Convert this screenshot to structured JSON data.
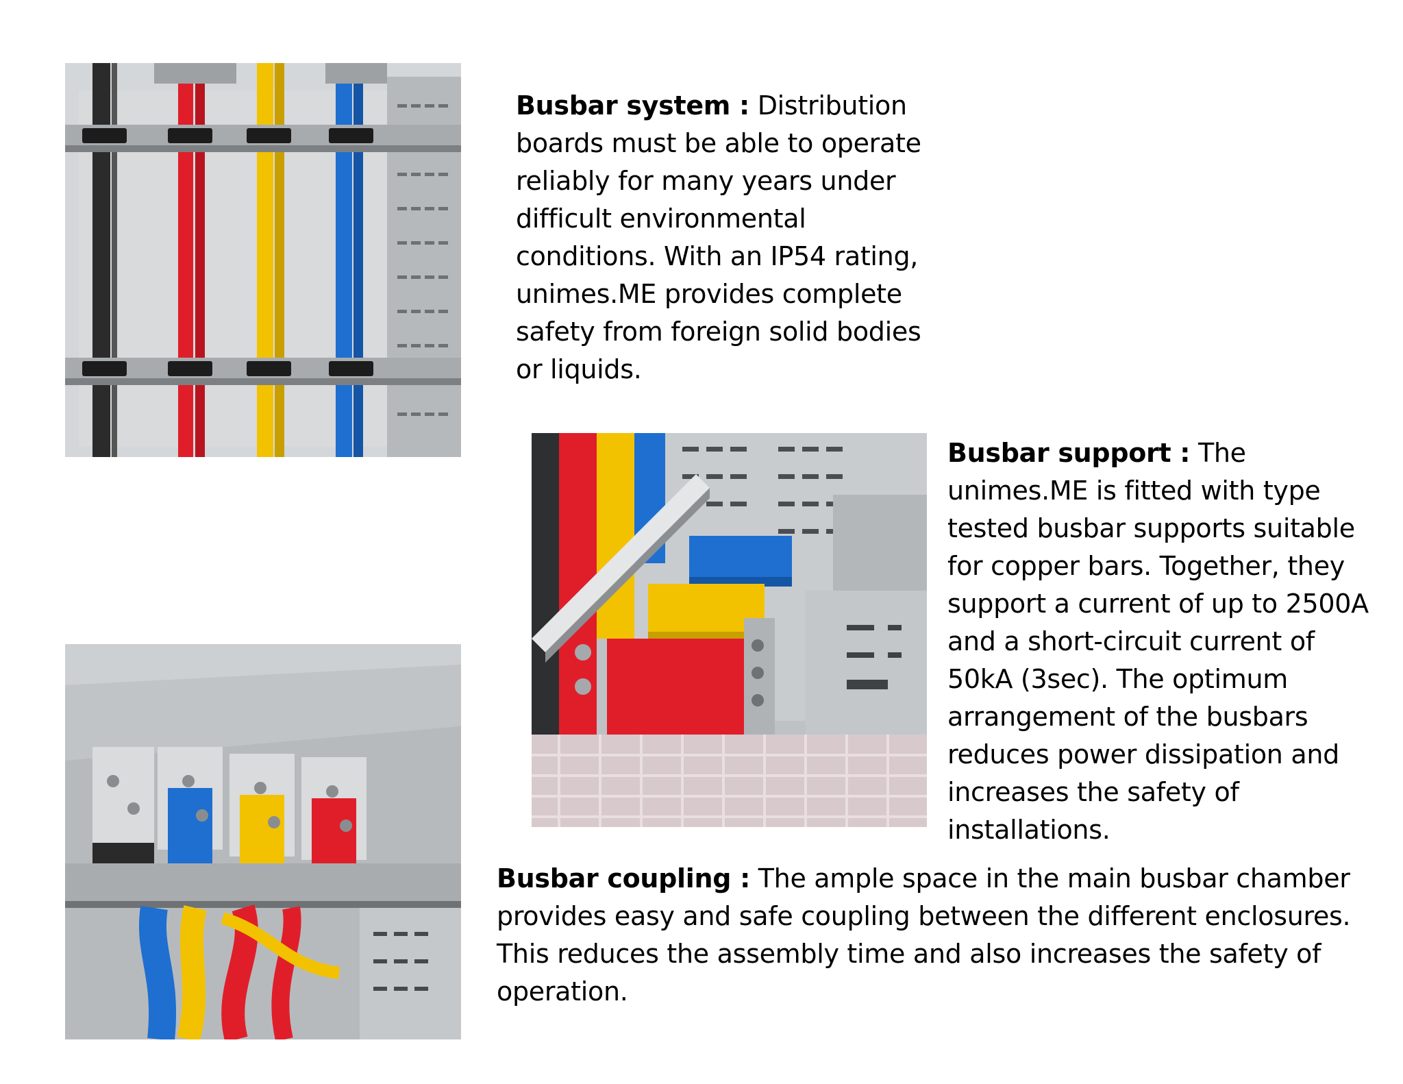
{
  "sections": {
    "system": {
      "heading": "Busbar system :",
      "body": "Distribution boards must be able to operate reliably for many years under difficult environmental conditions. With an IP54 rating, unimes.ME provides complete safety from foreign solid bodies or liquids.",
      "image_icon": "busbar-system-photo"
    },
    "support": {
      "heading": "Busbar support :",
      "body": "The unimes.ME is fitted with type tested busbar supports suitable for copper bars. Together, they support a current of up to 2500A and a short-circuit current of 50kA (3sec). The optimum arrangement of the busbars reduces power dissipation and increases the safety of installations.",
      "image_icon": "busbar-support-photo"
    },
    "coupling": {
      "heading": "Busbar coupling :",
      "body": "The ample space in the main busbar chamber provides easy and safe coupling between the different enclosures. This reduces the assembly time and also increases the safety of operation.",
      "image_icon": "busbar-coupling-photo"
    }
  },
  "colors": {
    "phase_black": "#2b2b2b",
    "phase_red": "#e01e2a",
    "phase_yellow": "#f2c200",
    "phase_blue": "#1e6fd0",
    "panel_grey": "#cfd2d4",
    "metal": "#b9bcbf"
  }
}
